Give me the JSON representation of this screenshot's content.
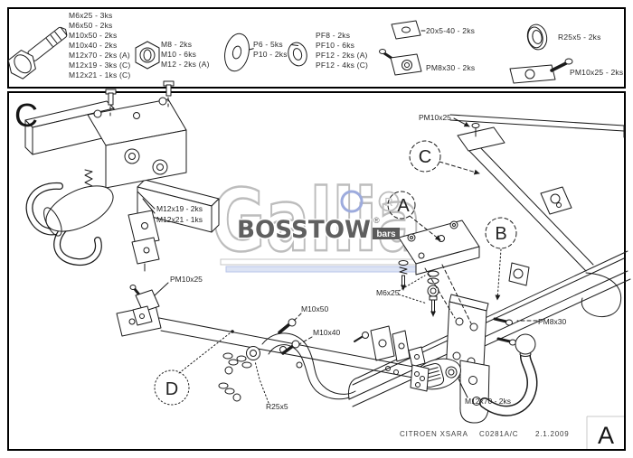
{
  "parts_panel": {
    "bolt_sizes": [
      "M6x25 - 3ks",
      "M6x50 - 2ks",
      "M10x50 - 2ks",
      "M10x40 - 2ks",
      "M12x70 - 2ks (A)",
      "M12x19 - 3ks (C)",
      "M12x21 - 1ks (C)"
    ],
    "nut_sizes": [
      "M8 - 2ks",
      "M10 - 6ks",
      "M12 - 2ks (A)"
    ],
    "flat_washer_sizes": [
      "P6 - 5ks",
      "P10 - 2ks"
    ],
    "spring_washer_sizes": [
      "PF8 - 2ks",
      "PF10 - 6ks",
      "PF12 - 2ks (A)",
      "PF12 - 4ks (C)"
    ],
    "flat_bar_label": "20x5-40 - 2ks",
    "stud_plate_m8_label": "PM8x30 - 2ks",
    "spacer_ring_label": "R25x5 - 2ks",
    "stud_plate_m10_label": "PM10x25 - 2ks"
  },
  "drawing": {
    "section_letter_top_left": "C",
    "sheet_letter_bottom_right": "A",
    "footer": {
      "model": "CITROEN XSARA",
      "code": "C0281A/C",
      "date": "2.1.2009"
    },
    "detail_callouts": {
      "a": "A",
      "b": "B",
      "c": "C",
      "d": "D"
    },
    "labels": {
      "pm10x25_support": "PM10x25",
      "m12x19": "M12x19 - 2ks",
      "m12x21": "M12x21 - 1ks",
      "pm10x25_bracket": "PM10x25",
      "m10x50": "M10x50",
      "m10x40": "M10x40",
      "m6x25": "M6x25",
      "pm8x30": "PM8x30",
      "m12x70": "M12x70 - 2ks",
      "r25x5": "R25x5"
    },
    "watermark": {
      "brand_outline": "Gallia",
      "brand_overlay": "BOSSTOW",
      "overlay_suffix": "bars",
      "registered_r": "R",
      "registered_sym": "®"
    }
  },
  "colors": {
    "line": "#1b1b1b",
    "watermark_outline": "#bdbdbd",
    "watermark_blue": "#9dabdd",
    "watermark_dark": "#5f5f5f",
    "watermark_bar_fill": "#dce3f4"
  }
}
